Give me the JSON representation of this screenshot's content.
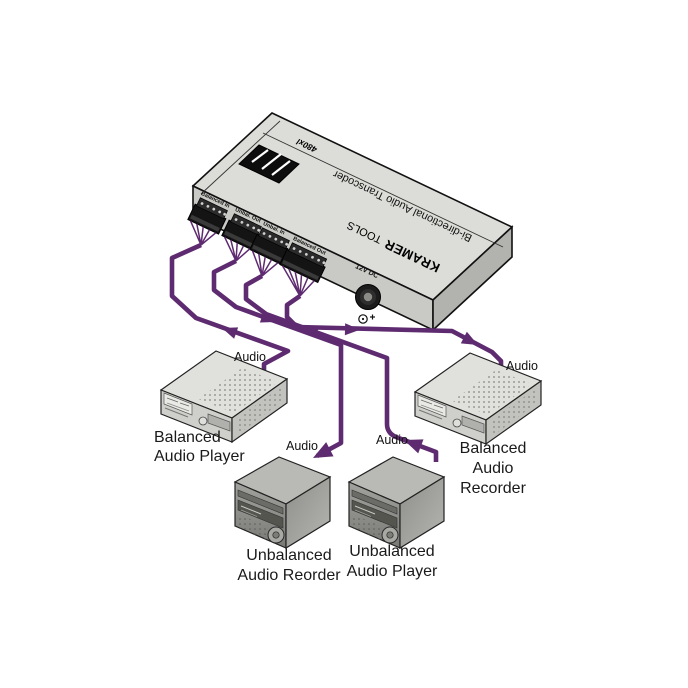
{
  "diagram": {
    "title_hidden": "",
    "device": {
      "brand": "KRAMER",
      "series": "TOOLS",
      "model": "480xl",
      "description": "Bi-directional Audio Transcoder",
      "power_label": "12V DC",
      "connectors": [
        "Balanced In",
        "Unbal. Out",
        "Unbal. In",
        "Balanced Out"
      ]
    },
    "peripherals": [
      {
        "id": "balanced-audio-player",
        "line1": "Balanced",
        "line2": "Audio Player",
        "port_label": "Audio"
      },
      {
        "id": "balanced-audio-recorder",
        "line1": "Balanced",
        "line2": "Audio",
        "line3": "Recorder",
        "port_label": "Audio"
      },
      {
        "id": "unbalanced-audio-reorder",
        "line1": "Unbalanced",
        "line2": "Audio Reorder",
        "port_label": "Audio"
      },
      {
        "id": "unbalanced-audio-player",
        "line1": "Unbalanced",
        "line2": "Audio Player",
        "port_label": "Audio"
      }
    ],
    "colors": {
      "cable": "#5e2b70",
      "device_top": "#dcdcd8",
      "device_front": "#c9c9c5",
      "device_side": "#b2b2ae"
    }
  }
}
